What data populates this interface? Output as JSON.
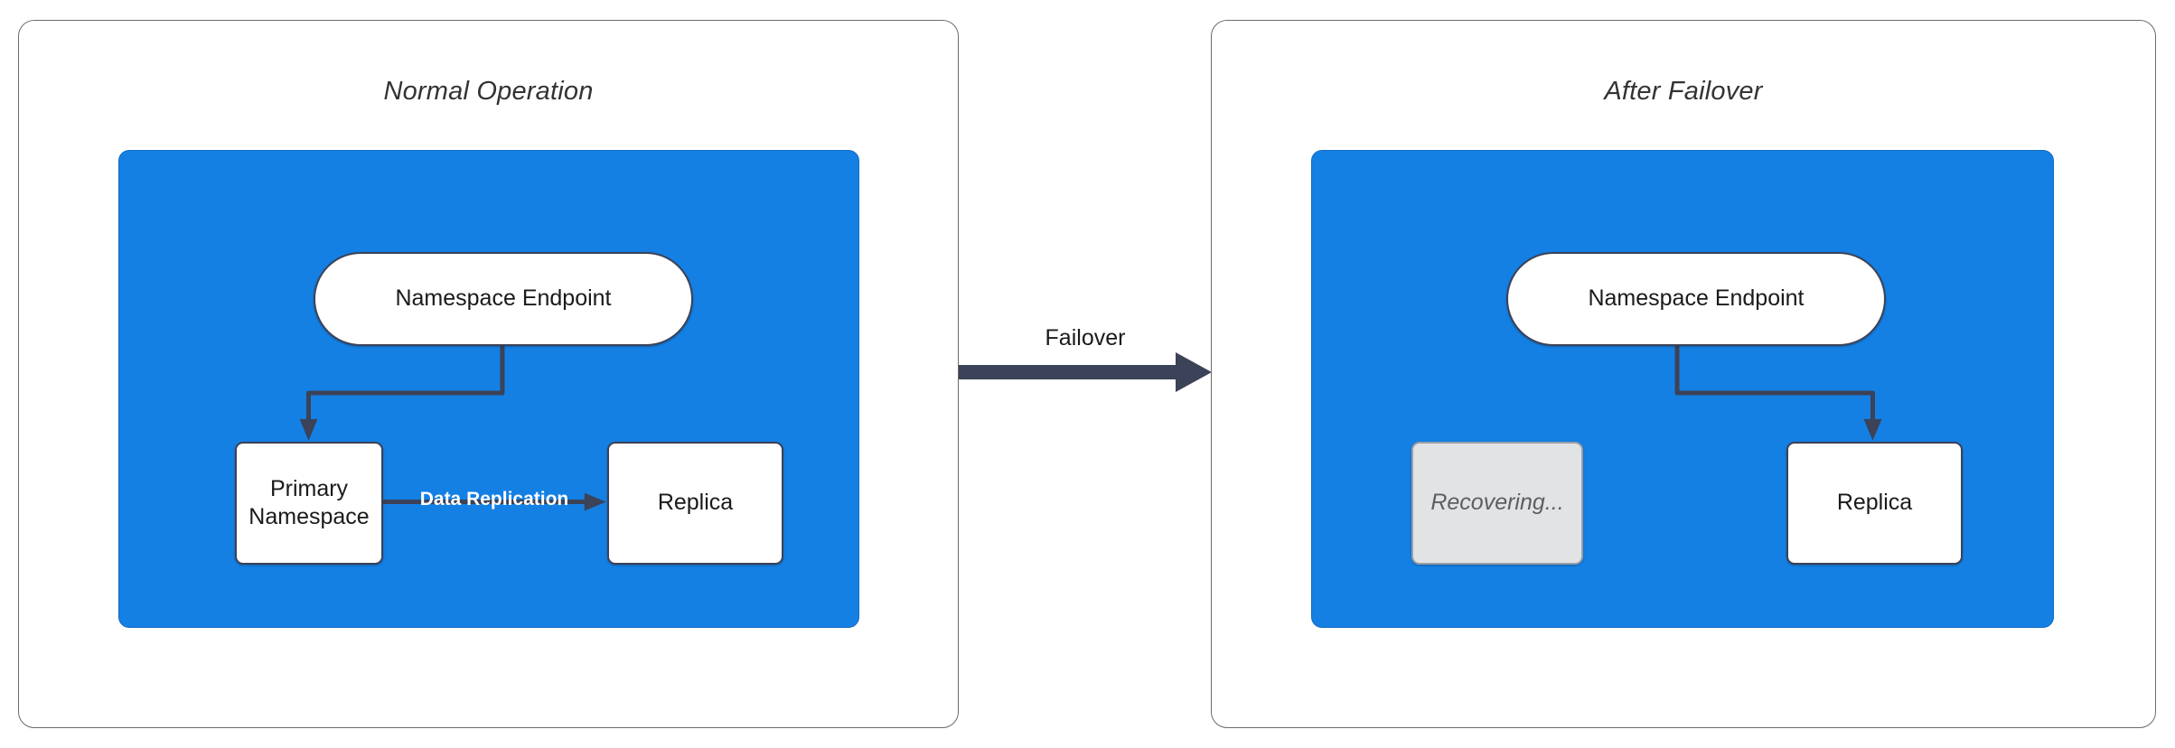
{
  "diagram": {
    "type": "failover-architecture-diagram",
    "background": "#ffffff",
    "accent_blue": "#1480e4",
    "stroke_dark": "#3c4257",
    "recovering_grey": "#e2e3e4",
    "panels": [
      {
        "id": "normal-operation",
        "title": "Normal Operation",
        "nodes": [
          {
            "id": "ns-endpoint",
            "label": "Namespace Endpoint",
            "shape": "pill",
            "fill": "#ffffff"
          },
          {
            "id": "primary-namespace",
            "label": "Primary\nNamespace",
            "line1": "Primary",
            "line2": "Namespace",
            "shape": "box",
            "fill": "#ffffff"
          },
          {
            "id": "replica",
            "label": "Replica",
            "shape": "box",
            "fill": "#ffffff"
          }
        ],
        "edges": [
          {
            "from": "ns-endpoint",
            "to": "primary-namespace",
            "label": ""
          },
          {
            "from": "primary-namespace",
            "to": "replica",
            "label": "Data Replication"
          }
        ]
      },
      {
        "id": "after-failover",
        "title": "After Failover",
        "nodes": [
          {
            "id": "ns-endpoint",
            "label": "Namespace Endpoint",
            "shape": "pill",
            "fill": "#ffffff"
          },
          {
            "id": "recovering",
            "label": "Recovering...",
            "shape": "box",
            "fill": "#e2e3e4"
          },
          {
            "id": "replica",
            "label": "Replica",
            "shape": "box",
            "fill": "#ffffff"
          }
        ],
        "edges": [
          {
            "from": "ns-endpoint",
            "to": "replica",
            "label": ""
          }
        ]
      }
    ],
    "transition": {
      "label": "Failover",
      "direction": "left-to-right",
      "arrow": "thick-right-arrow"
    }
  }
}
